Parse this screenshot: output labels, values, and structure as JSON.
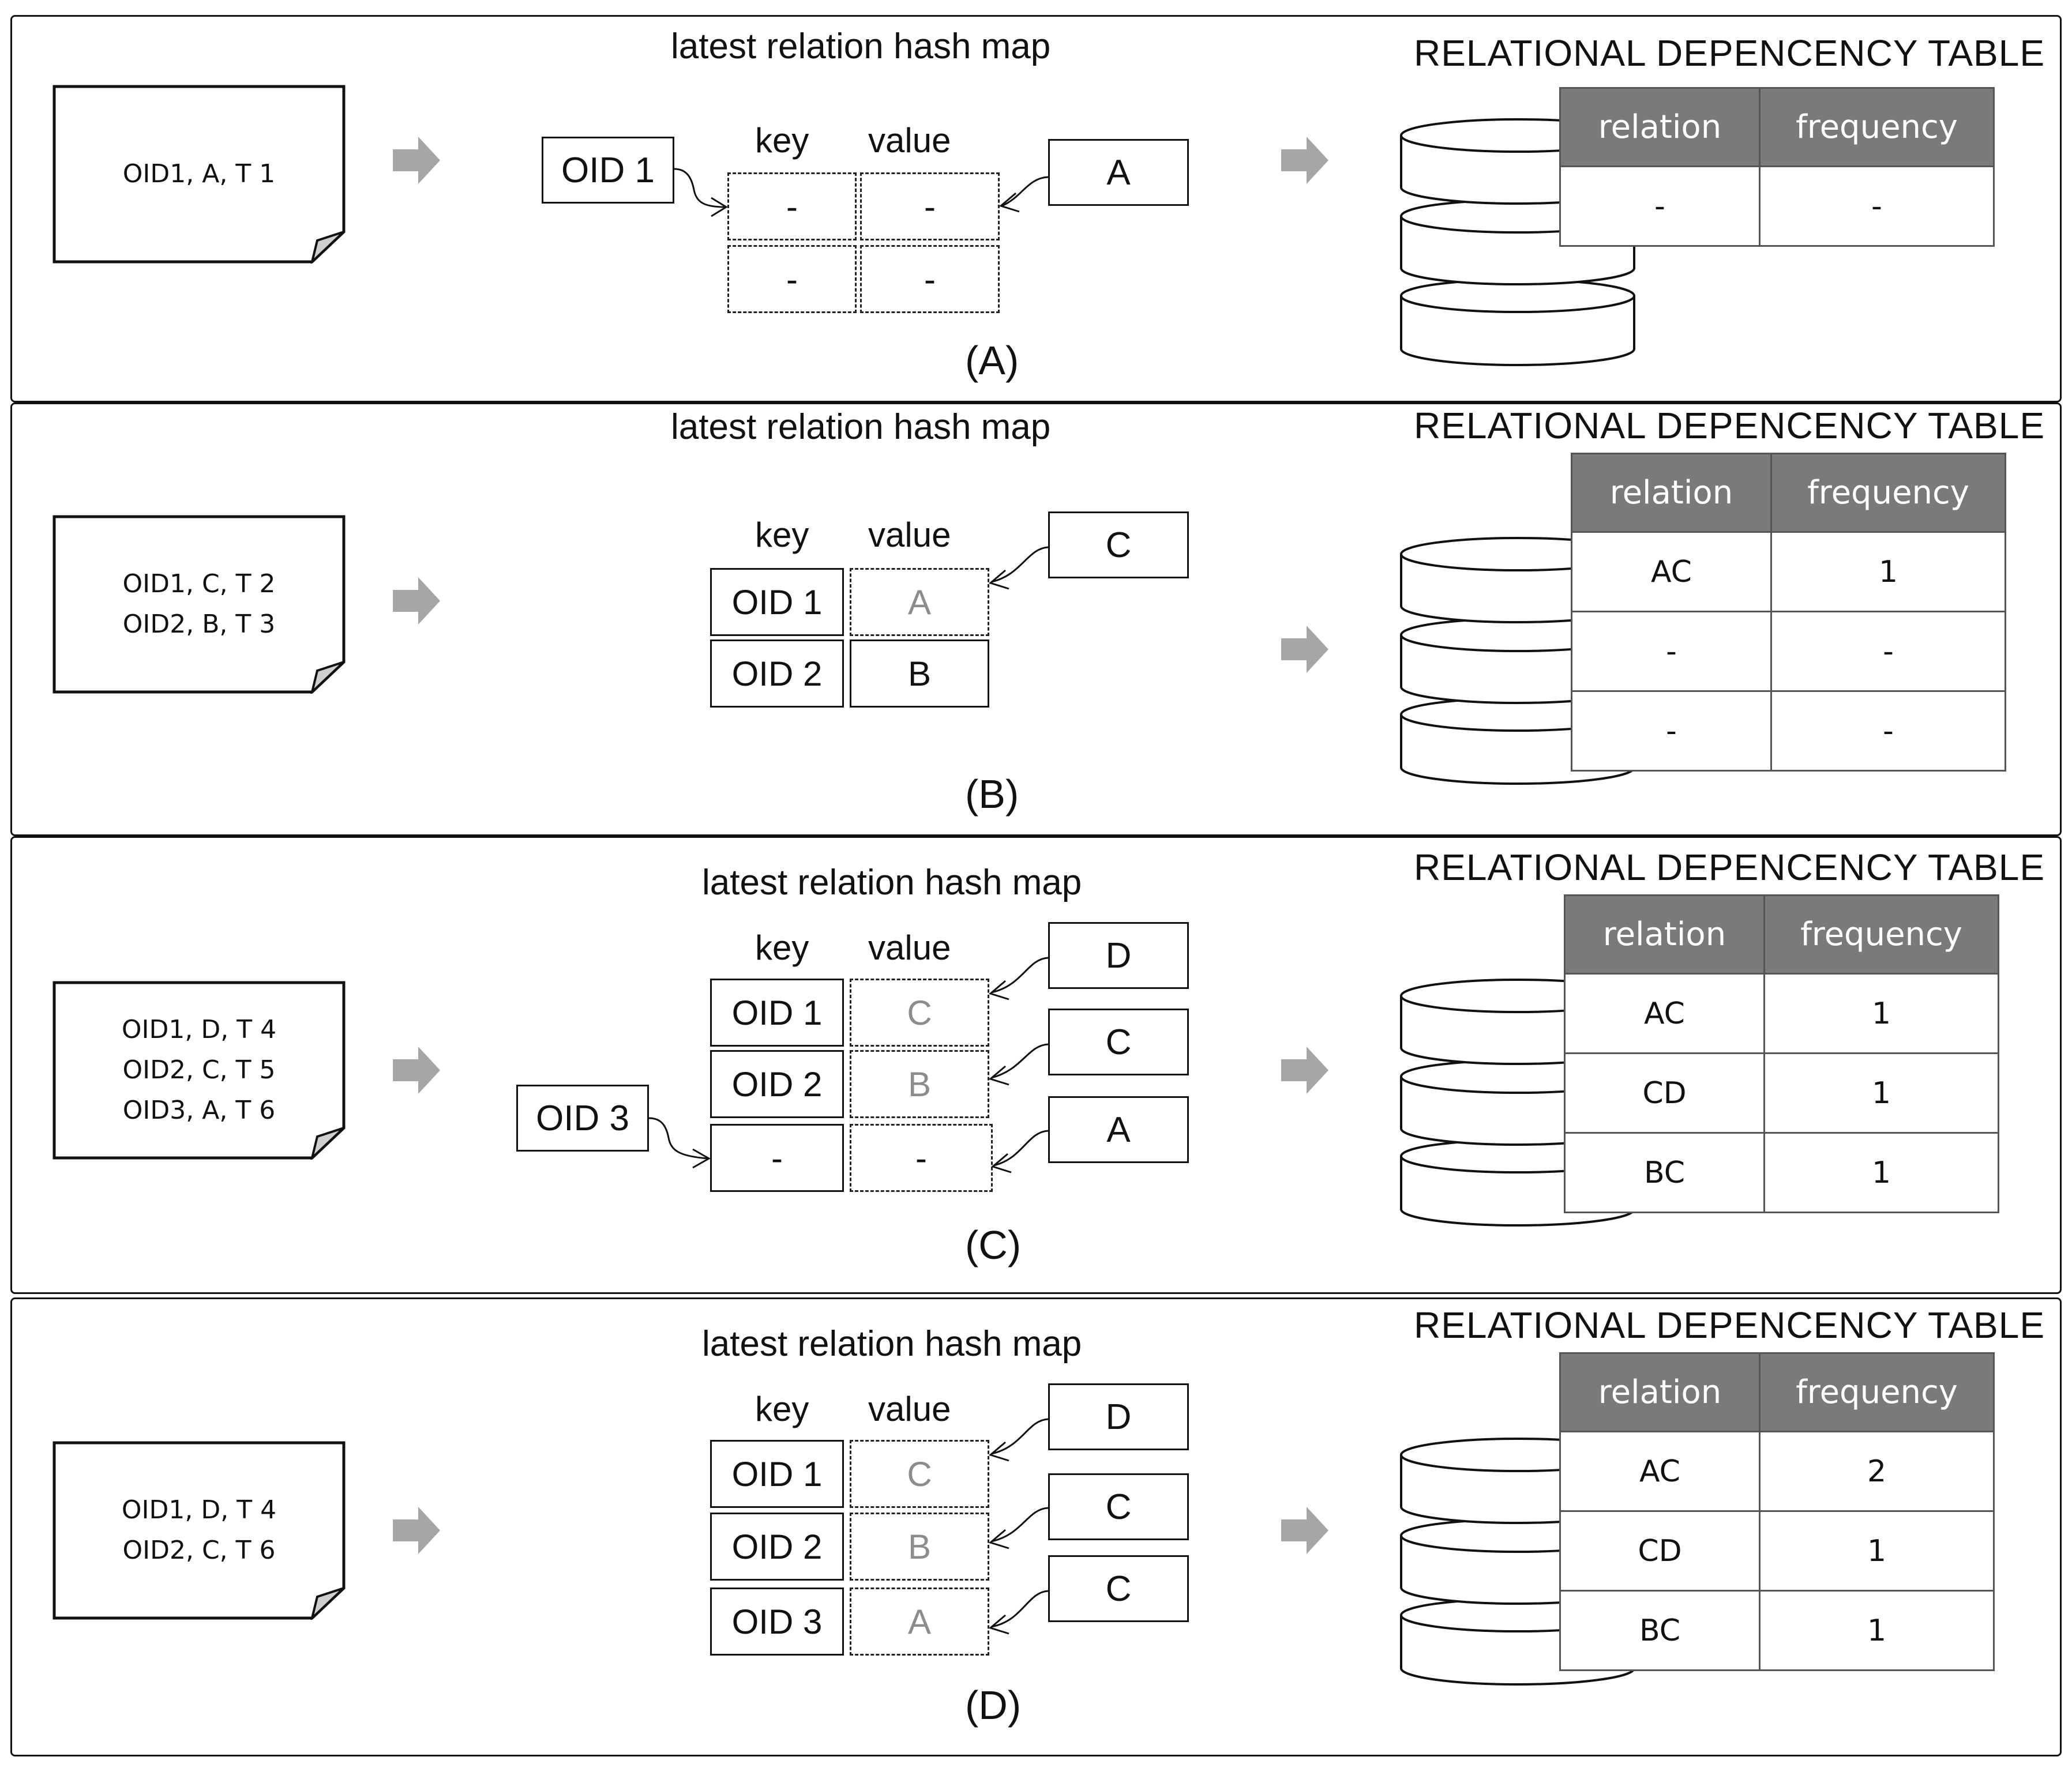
{
  "panels": [
    {
      "label": "(A)",
      "document_lines": [
        "OID1, A, T 1"
      ],
      "hashmap_title": "latest relation hash map",
      "key_header": "key",
      "value_header": "value",
      "incoming_key": "OID 1",
      "rows": [
        {
          "key": "-",
          "value": "-"
        },
        {
          "key": "-",
          "value": "-"
        }
      ],
      "incoming_values": [
        "A"
      ],
      "table_title": "RELATIONAL DEPENCENCY TABLE",
      "table_headers": [
        "relation",
        "frequency"
      ],
      "table_rows": [
        [
          "-",
          "-"
        ]
      ]
    },
    {
      "label": "(B)",
      "document_lines": [
        "OID1, C, T 2",
        "OID2, B, T 3"
      ],
      "hashmap_title": "latest relation hash map",
      "key_header": "key",
      "value_header": "value",
      "rows": [
        {
          "key": "OID 1",
          "value": "A"
        },
        {
          "key": "OID 2",
          "value": "B"
        }
      ],
      "incoming_values": [
        "C"
      ],
      "table_title": "RELATIONAL DEPENCENCY TABLE",
      "table_headers": [
        "relation",
        "frequency"
      ],
      "table_rows": [
        [
          "AC",
          "1"
        ],
        [
          "-",
          "-"
        ],
        [
          "-",
          "-"
        ]
      ]
    },
    {
      "label": "(C)",
      "document_lines": [
        "OID1, D, T 4",
        "OID2, C, T 5",
        "OID3, A, T 6"
      ],
      "hashmap_title": "latest relation hash map",
      "key_header": "key",
      "value_header": "value",
      "incoming_key": "OID 3",
      "rows": [
        {
          "key": "OID 1",
          "value": "C"
        },
        {
          "key": "OID 2",
          "value": "B"
        },
        {
          "key": "-",
          "value": "-"
        }
      ],
      "incoming_values": [
        "D",
        "C",
        "A"
      ],
      "table_title": "RELATIONAL DEPENCENCY TABLE",
      "table_headers": [
        "relation",
        "frequency"
      ],
      "table_rows": [
        [
          "AC",
          "1"
        ],
        [
          "CD",
          "1"
        ],
        [
          "BC",
          "1"
        ]
      ]
    },
    {
      "label": "(D)",
      "document_lines": [
        "OID1, D, T 4",
        "OID2, C, T 6"
      ],
      "hashmap_title": "latest relation hash map",
      "key_header": "key",
      "value_header": "value",
      "rows": [
        {
          "key": "OID 1",
          "value": "C"
        },
        {
          "key": "OID 2",
          "value": "B"
        },
        {
          "key": "OID 3",
          "value": "A"
        }
      ],
      "incoming_values": [
        "D",
        "C",
        "C"
      ],
      "table_title": "RELATIONAL DEPENCENCY TABLE",
      "table_headers": [
        "relation",
        "frequency"
      ],
      "table_rows": [
        [
          "AC",
          "2"
        ],
        [
          "CD",
          "1"
        ],
        [
          "BC",
          "1"
        ]
      ]
    }
  ],
  "colors": {
    "flow_arrow": "#a6a6a6",
    "table_header_bg": "#7a7a7a",
    "old_value_text": "#8c8c8c",
    "border": "#111111"
  }
}
